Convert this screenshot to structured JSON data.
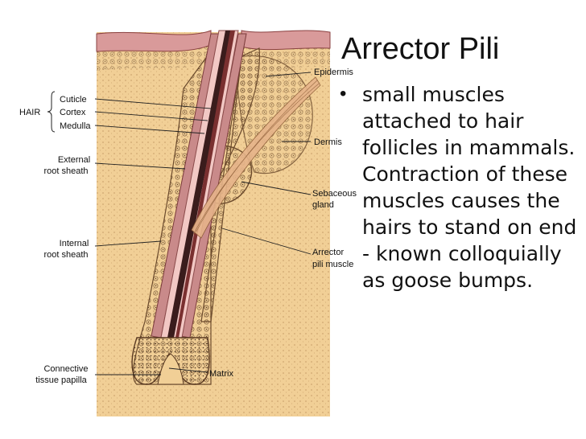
{
  "slide": {
    "title": "Arrector Pili",
    "bullet": "small muscles attached to hair follicles in mammals. Contraction of these muscles causes the hairs to stand on end - known colloquially as goose bumps."
  },
  "diagram": {
    "labels": {
      "hair_group": "HAIR",
      "cuticle": "Cuticle",
      "cortex": "Cortex",
      "medulla": "Medulla",
      "external_root_sheath_1": "External",
      "external_root_sheath_2": "root sheath",
      "internal_root_sheath_1": "Internal",
      "internal_root_sheath_2": "root sheath",
      "connective_tissue_papilla_1": "Connective",
      "connective_tissue_papilla_2": "tissue papilla",
      "matrix": "Matrix",
      "epidermis": "Epidermis",
      "dermis": "Dermis",
      "sebaceous_gland_1": "Sebaceous",
      "sebaceous_gland_2": "gland",
      "arrector_pili_muscle_1": "Arrector",
      "arrector_pili_muscle_2": "pili muscle"
    }
  }
}
